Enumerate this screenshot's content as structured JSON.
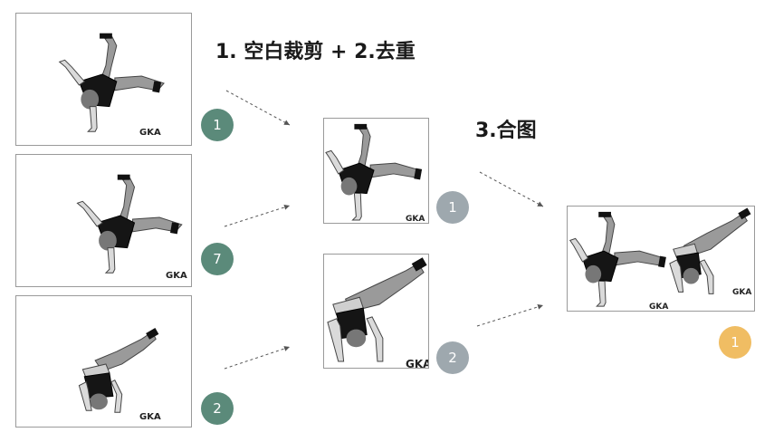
{
  "step_titles": {
    "step12": "1. 空白裁剪 + 2.去重",
    "step3": "3.合图"
  },
  "watermark": "GKA",
  "colors": {
    "badge_source": "#5b8a7a",
    "badge_dedup": "#9ea8ae",
    "badge_merged": "#f0bd63",
    "arrow": "#555555"
  },
  "source_frames": [
    {
      "pose": "one-hand-handstand",
      "badge": "1"
    },
    {
      "pose": "one-hand-handstand-shifted",
      "badge": "7"
    },
    {
      "pose": "cartwheel",
      "badge": "2"
    }
  ],
  "cropped_frames": [
    {
      "pose": "one-hand-handstand",
      "badge": "1"
    },
    {
      "pose": "cartwheel",
      "badge": "2"
    }
  ],
  "merged_frame": {
    "badge": "1"
  }
}
